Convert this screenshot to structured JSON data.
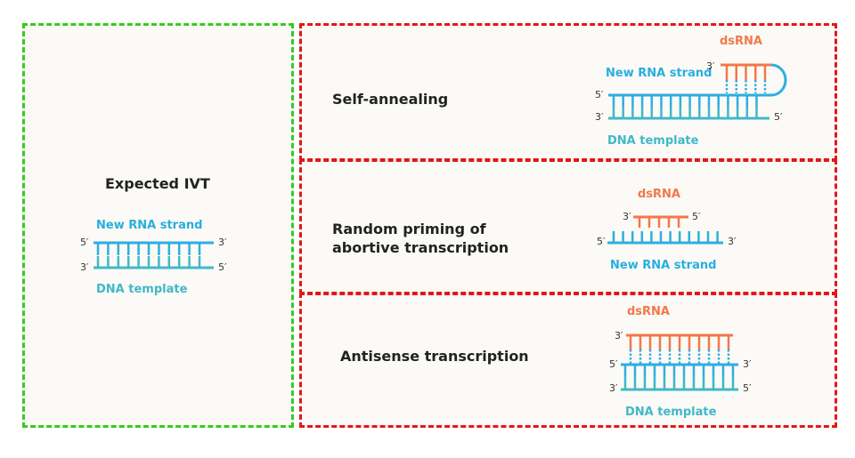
{
  "colors": {
    "rna_blue": "#2eaee0",
    "dna_teal": "#41b8c9",
    "dsrna_orange": "#f2784a",
    "expected_border": "#33cc1f",
    "artifact_border": "#e4161b"
  },
  "expected": {
    "title": "Expected IVT",
    "rna_label": "New RNA strand",
    "dna_label": "DNA template",
    "top_left": "5′",
    "top_right": "3′",
    "bottom_left": "3′",
    "bottom_right": "5′"
  },
  "self_annealing": {
    "title": "Self-annealing",
    "dsrna_label": "dsRNA",
    "rna_label": "New RNA strand",
    "dna_label": "DNA template",
    "hairpin_end": "3′",
    "top_left": "5′",
    "bottom_left": "3′",
    "bottom_right": "5′"
  },
  "random_priming": {
    "title_line1": "Random priming of",
    "title_line2": "abortive transcription",
    "dsrna_label": "dsRNA",
    "rna_label": "New RNA strand",
    "short_left": "3′",
    "short_right": "5′",
    "long_left": "5′",
    "long_right": "3′"
  },
  "antisense": {
    "title": "Antisense transcription",
    "dsrna_label": "dsRNA",
    "dna_label": "DNA template",
    "top_left": "3′",
    "mid_left": "5′",
    "mid_right": "3′",
    "bottom_left": "3′",
    "bottom_right": "5′"
  }
}
